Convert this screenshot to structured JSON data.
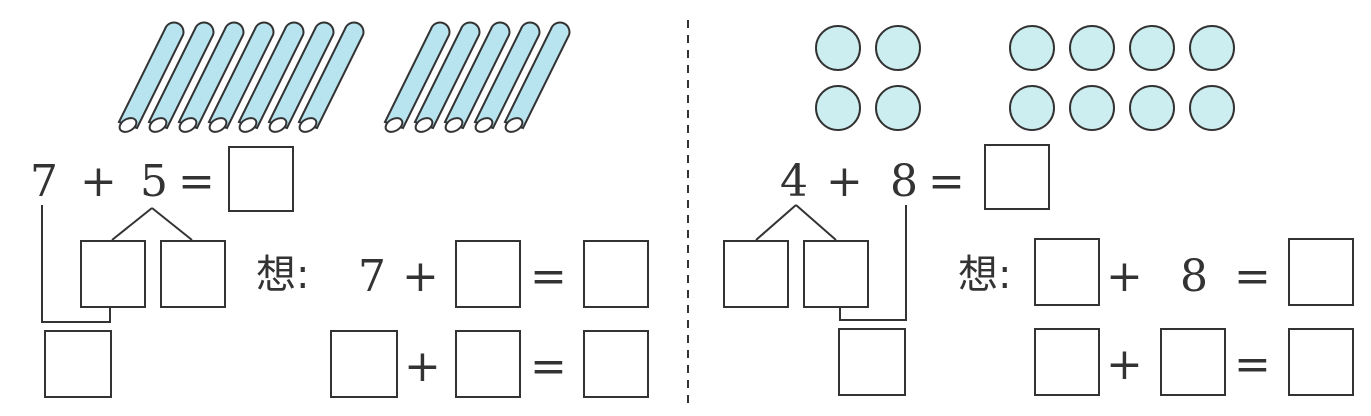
{
  "left": {
    "sticks_group_a": 7,
    "sticks_group_b": 5,
    "equation": {
      "a": "7",
      "plus": "+",
      "b": "5",
      "eq": "="
    },
    "think_label": "想:",
    "think_line1": {
      "a": "7",
      "plus": "+",
      "eq": "="
    },
    "line2": {
      "plus": "+",
      "eq": "="
    }
  },
  "right": {
    "circles_group_a": 4,
    "circles_group_b": 8,
    "equation": {
      "a": "4",
      "plus": "+",
      "b": "8",
      "eq": "="
    },
    "think_label": "想:",
    "think_line1": {
      "plus": "+",
      "b": "8",
      "eq": "="
    },
    "line2": {
      "plus": "+",
      "eq": "="
    }
  },
  "colors": {
    "stick_fill": "#b8e4f0",
    "circle_fill": "#cdeef0",
    "line": "#333333"
  }
}
